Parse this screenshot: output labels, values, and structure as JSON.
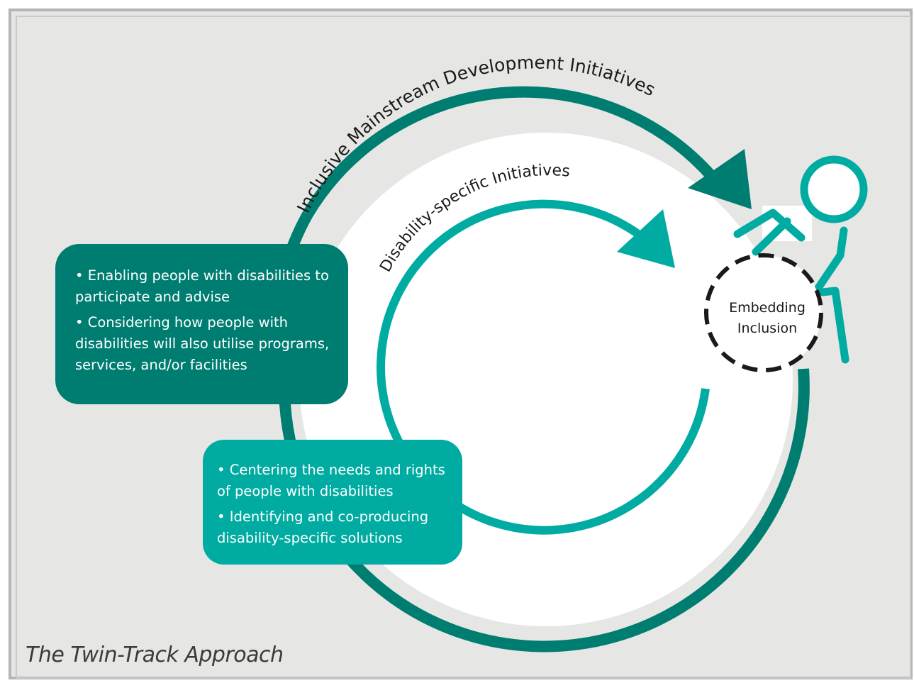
{
  "diagram": {
    "outer_track_label": "Inclusive Mainstream Development Initiatives",
    "inner_track_label": "Disability-specific Initiatives",
    "mainstream_box": {
      "bullets": [
        "• Enabling people with disabilities to participate and advise",
        "• Considering how people with disabilities will also utilise programs, services, and/or facilities"
      ]
    },
    "specific_box": {
      "bullets": [
        "• Centering the needs and rights of people with disabilities",
        "• Identifying and co-producing disability-specific solutions"
      ]
    },
    "center_label_line1": "Embedding",
    "center_label_line2": "Inclusion",
    "caption": "The Twin-Track Approach",
    "icons": [
      "wheelchair-user-icon",
      "outer-arrow-icon",
      "inner-arrow-icon"
    ]
  },
  "colors": {
    "background": "#e6e6e5",
    "dark_teal": "#007d71",
    "light_teal": "#00aca2",
    "text_dark": "#1a1a1a"
  }
}
